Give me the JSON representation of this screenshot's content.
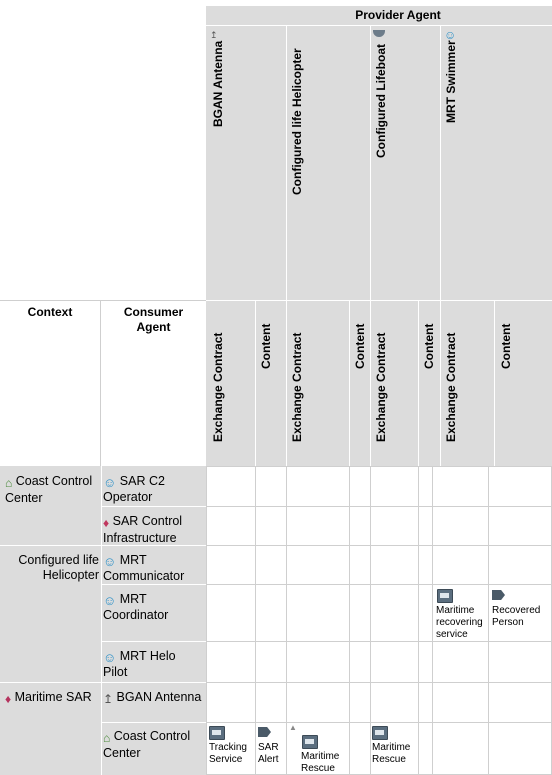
{
  "provider": {
    "title": "Provider Agent",
    "agents": [
      {
        "name": "BGAN Antenna"
      },
      {
        "name": "Configured life Helicopter"
      },
      {
        "name": "Configured Lifeboat"
      },
      {
        "name": "MRT Swimmer"
      }
    ],
    "subcolumns": [
      "Exchange Contract",
      "Content"
    ]
  },
  "headers": {
    "context": "Context",
    "consumer": "Consumer Agent"
  },
  "rows": [
    {
      "context": "Coast Control Center",
      "consumer": "SAR C2 Operator"
    },
    {
      "context": "",
      "consumer": "SAR Control Infrastructure"
    },
    {
      "context": "Configured life Helicopter",
      "consumer": "MRT Communicator"
    },
    {
      "context": "",
      "consumer": "MRT Coordinator"
    },
    {
      "context": "",
      "consumer": "MRT Helo Pilot"
    },
    {
      "context": "Maritime SAR",
      "consumer": "BGAN Antenna"
    },
    {
      "context": "",
      "consumer": "Coast Control Center"
    }
  ],
  "cells": {
    "maritime_recovering_service": "Maritime recovering service",
    "recovered_person": "Recovered Person",
    "tracking_service": "Tracking Service",
    "sar_alert": "SAR Alert",
    "maritime_rescue_1": "Maritime Rescue",
    "maritime_rescue_2": "Maritime Rescue"
  }
}
